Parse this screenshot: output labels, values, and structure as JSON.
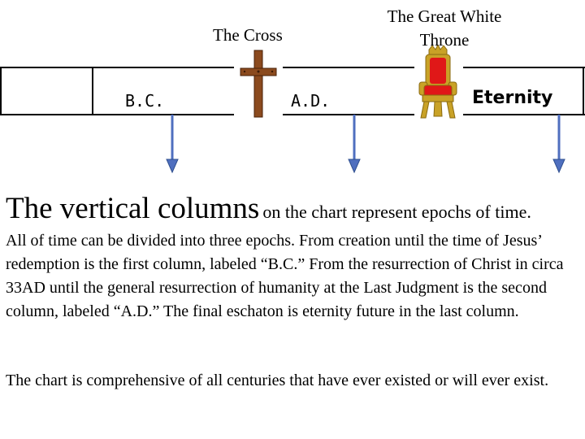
{
  "labels": {
    "cross_title": "The Cross",
    "throne_title_line1": "The Great White",
    "throne_title_line2": "Throne"
  },
  "columns": [
    {
      "label": "B.C."
    },
    {
      "label": "A.D."
    },
    {
      "label": "Eternity"
    }
  ],
  "heading": {
    "big": "The vertical columns",
    "rest": "on the chart represent epochs of time."
  },
  "paragraphs": [
    "All of time can be divided into three epochs. From creation until the time of Jesus’ redemption is the first column, labeled “B.C.”   From the resurrection of Christ in circa 33AD  until the general resurrection of humanity at the Last Judgment is the second column, labeled “A.D.” The final eschaton is eternity future in the last column.",
    "The chart is comprehensive of all centuries that have ever existed or will ever exist."
  ],
  "colors": {
    "arrow": "#4f6fbf",
    "arrow_stroke": "#2f4f8f",
    "cross_wood": "#8b4a1e",
    "throne_red": "#e01818",
    "throne_gold": "#c9a227"
  },
  "icons": [
    "cross-icon",
    "throne-icon",
    "arrow-down-icon"
  ]
}
